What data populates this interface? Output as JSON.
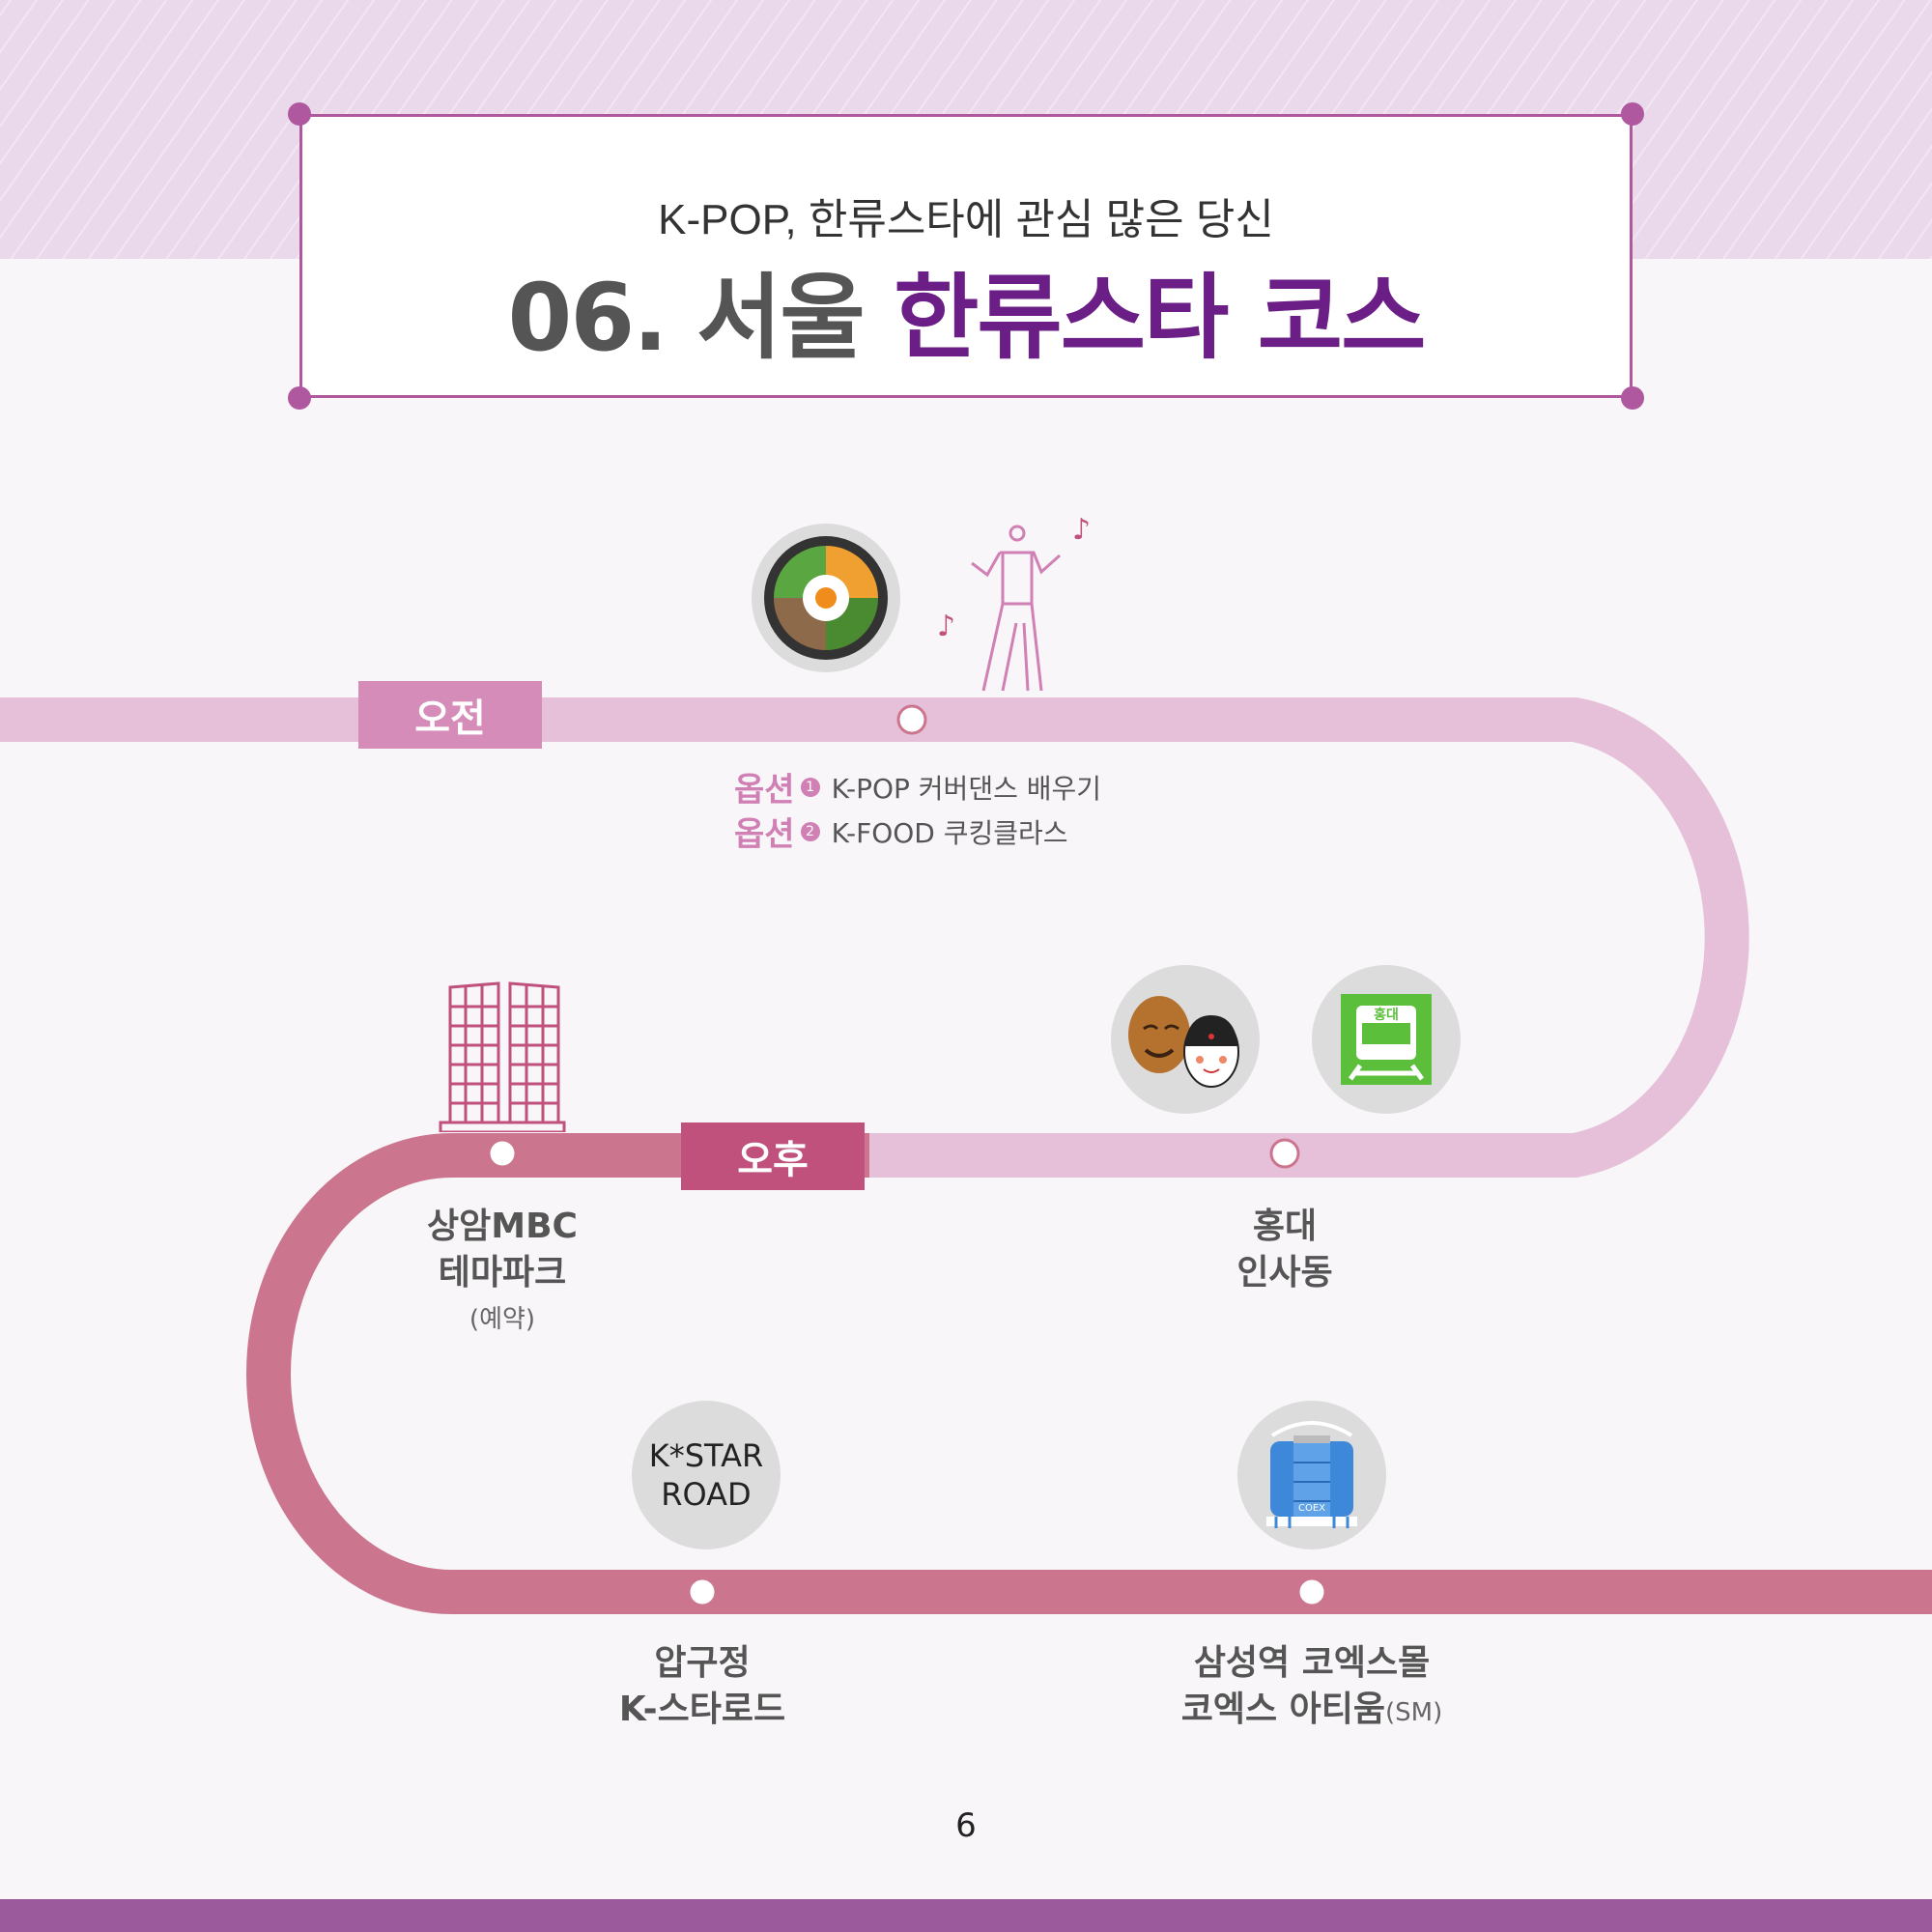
{
  "header": {
    "subtitle": "K-POP, 한류스타에 관심 많은 당신",
    "title_prefix": "06. 서울 ",
    "title_highlight": "한류스타 코스"
  },
  "labels": {
    "morning": "오전",
    "afternoon": "오후"
  },
  "options": [
    {
      "tag": "옵션",
      "num": "1",
      "text": "K-POP 커버댄스 배우기"
    },
    {
      "tag": "옵션",
      "num": "2",
      "text": "K-FOOD 쿠킹클라스"
    }
  ],
  "stops": {
    "mbc": {
      "line1": "상암MBC",
      "line2": "테마파크",
      "note": "(예약)"
    },
    "hongdae": {
      "line1": "홍대",
      "line2": "인사동"
    },
    "apgujeong": {
      "line1": "압구정",
      "line2": "K-스타로드"
    },
    "coex": {
      "line1": "삼성역 코엑스몰",
      "line2": "코엑스 아티움",
      "note": "(SM)"
    }
  },
  "icons": {
    "bibimbap": "bibimbap-icon",
    "dancer": "dancer-icon",
    "building": "building-icon",
    "masks": "mask-icon",
    "subway": "subway-icon",
    "subway_label": "홍대",
    "kstar_line1": "K*STAR",
    "kstar_line2": "ROAD",
    "coex": "coex-building-icon",
    "coex_label": "COEX"
  },
  "colors": {
    "track_light": "#e6bfd8",
    "track_dark": "#cc758e",
    "morning_label": "#d58cb8",
    "afternoon_label": "#c0507c",
    "title_accent": "#6b1f86",
    "frame": "#b0589f"
  },
  "page_number": "6"
}
